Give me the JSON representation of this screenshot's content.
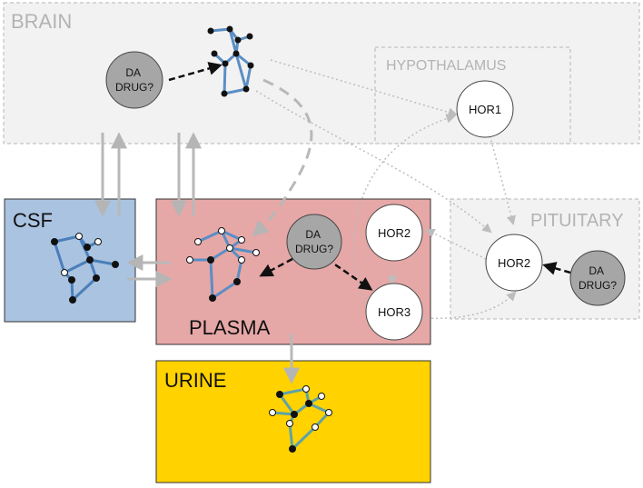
{
  "regions": {
    "brain": "BRAIN",
    "hypothalamus": "HYPOTHALAMUS",
    "csf": "CSF",
    "plasma": "PLASMA",
    "pituitary": "PITUITARY",
    "urine": "URINE"
  },
  "nodes": {
    "da_drug": [
      "DA",
      "DRUG?"
    ],
    "hor1": "HOR1",
    "hor2": "HOR2",
    "hor3": "HOR3"
  },
  "colors": {
    "brain_fill": "#f2f2f2",
    "csf_fill": "#a9c3e1",
    "plasma_fill": "#e6a7a7",
    "urine_fill": "#ffd200",
    "drug_fill": "#a6a6a6",
    "network_edge_blue": "#5b8ec4",
    "network_edge_teal": "#5ea3a6",
    "arrow_gray": "#b8b8b8"
  }
}
